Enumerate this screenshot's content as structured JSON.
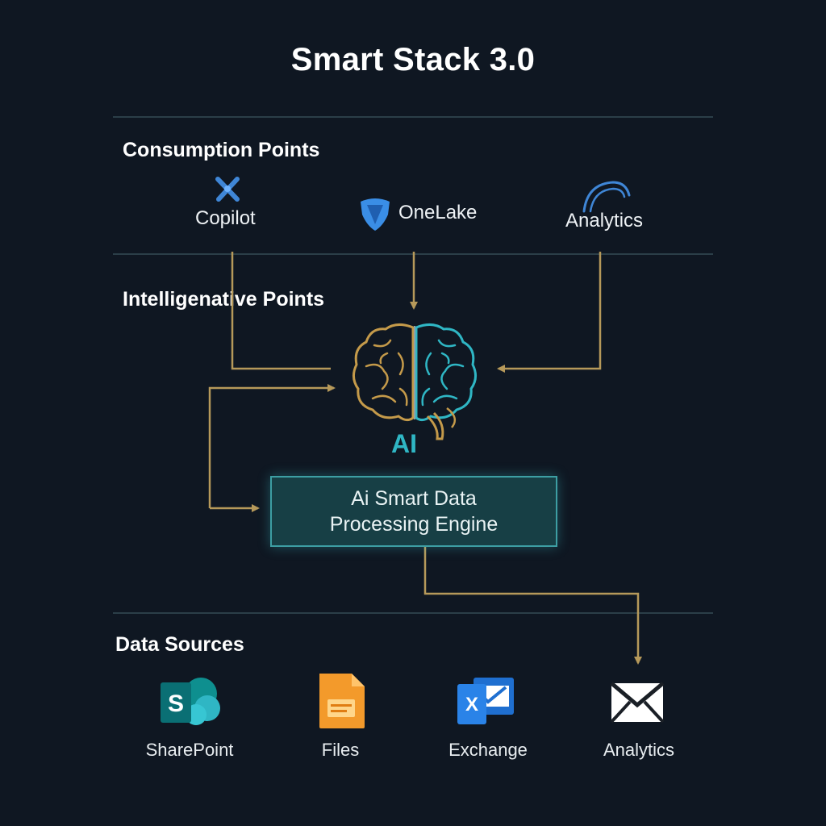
{
  "title": "Smart Stack 3.0",
  "sections": {
    "consumption": "Consumption Points",
    "intelligence": "Intelligenative Points",
    "sources": "Data Sources"
  },
  "consumption_points": [
    {
      "label": "Copilot",
      "icon": "copilot-icon"
    },
    {
      "label": "OneLake",
      "icon": "onelake-icon"
    },
    {
      "label": "Analytics",
      "icon": "analytics-arc-icon"
    }
  ],
  "ai": {
    "label": "AI",
    "icon": "brain-icon",
    "engine_line1": "Ai Smart Data",
    "engine_line2": "Processing Engine"
  },
  "data_sources": [
    {
      "label": "SharePoint",
      "icon": "sharepoint-icon"
    },
    {
      "label": "Files",
      "icon": "files-icon"
    },
    {
      "label": "Exchange",
      "icon": "exchange-icon"
    },
    {
      "label": "Analytics",
      "icon": "mail-icon"
    }
  ],
  "colors": {
    "background": "#0f1722",
    "arrow": "#b6995a",
    "accent_teal": "#2fb6c4",
    "engine_border": "#3d9ea3",
    "divider": "#2b3e48"
  }
}
